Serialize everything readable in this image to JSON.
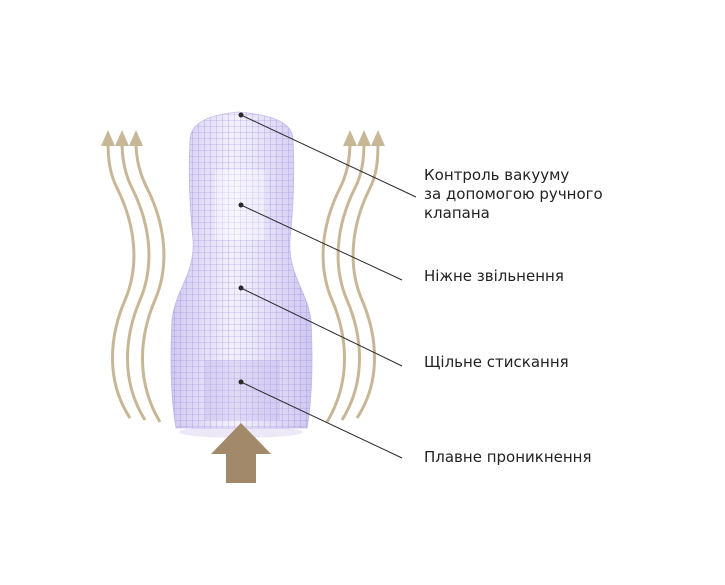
{
  "colors": {
    "background": "#ffffff",
    "sleeve_fill": "#d9d2f3",
    "sleeve_grid": "#7b6bd6",
    "flow_arrow": "#c8b797",
    "push_arrow": "#a2896a",
    "leader_line": "#2a2a2a"
  },
  "icons": {
    "sleeve": "mesh-sleeve-icon",
    "side_flow": "airflow-arrow-icon",
    "push": "up-arrow-icon"
  },
  "callouts": [
    {
      "lines": [
        "Контроль вакууму",
        "за допомогою ручного",
        "клапана"
      ]
    },
    {
      "lines": [
        "Ніжне звільнення"
      ]
    },
    {
      "lines": [
        "Щільне стискання"
      ]
    },
    {
      "lines": [
        "Плавне проникнення"
      ]
    }
  ]
}
